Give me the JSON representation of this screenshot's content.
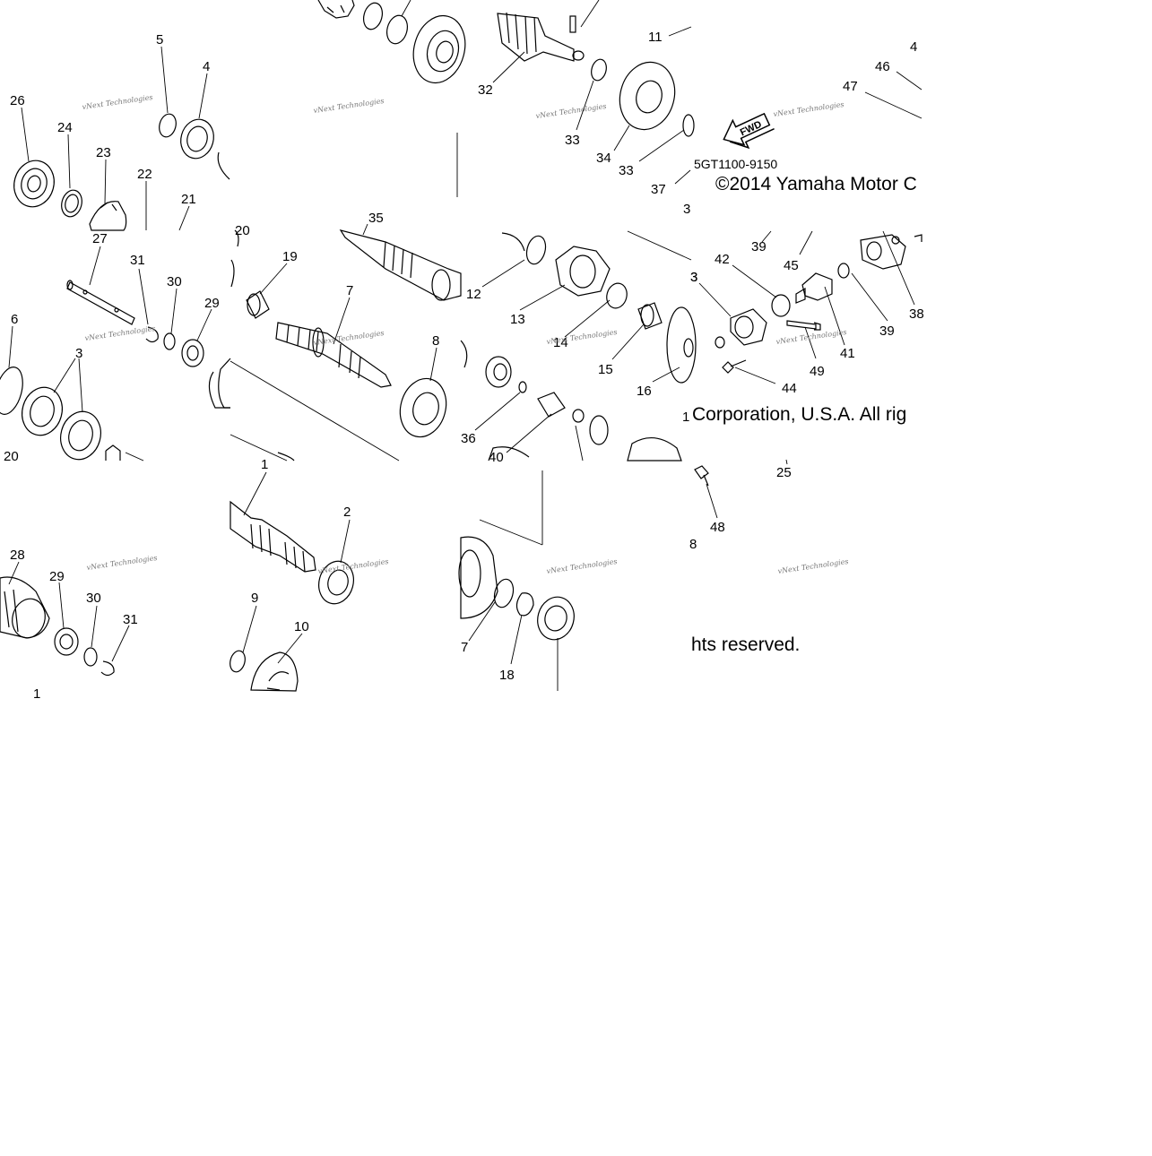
{
  "document": {
    "drawing_code": "5GT1100-9150",
    "copyright_line1": "©2014 Yamaha Motor C",
    "copyright_line2": "Corporation, U.S.A. All rig",
    "copyright_line3": "hts reserved.",
    "fwd_arrow_label": "FWD",
    "watermark_text": "vNext Technologies"
  },
  "tiles": [
    {
      "labels": [
        "5",
        "4",
        "26",
        "24",
        "23",
        "22",
        "21"
      ]
    },
    {
      "labels": []
    },
    {
      "labels": [
        "11",
        "32",
        "33",
        "34",
        "33",
        "37"
      ]
    },
    {
      "labels": [
        "47",
        "46",
        "4"
      ]
    },
    {
      "labels": [
        "27",
        "31",
        "30",
        "29",
        "6",
        "3",
        "20"
      ]
    },
    {
      "labels": [
        "35",
        "19",
        "7",
        "8",
        "2"
      ]
    },
    {
      "labels": [
        "12",
        "13",
        "14",
        "15",
        "16",
        "36",
        "40",
        "3"
      ]
    },
    {
      "labels": [
        "42",
        "3",
        "39",
        "45",
        "38",
        "41",
        "39",
        "49",
        "44",
        "25",
        "48",
        "8"
      ]
    },
    {
      "labels": [
        "28",
        "29",
        "30",
        "31",
        "1"
      ]
    },
    {
      "labels": [
        "1",
        "2",
        "9",
        "10"
      ]
    },
    {
      "labels": [
        "7",
        "18"
      ]
    },
    {
      "labels": []
    }
  ]
}
